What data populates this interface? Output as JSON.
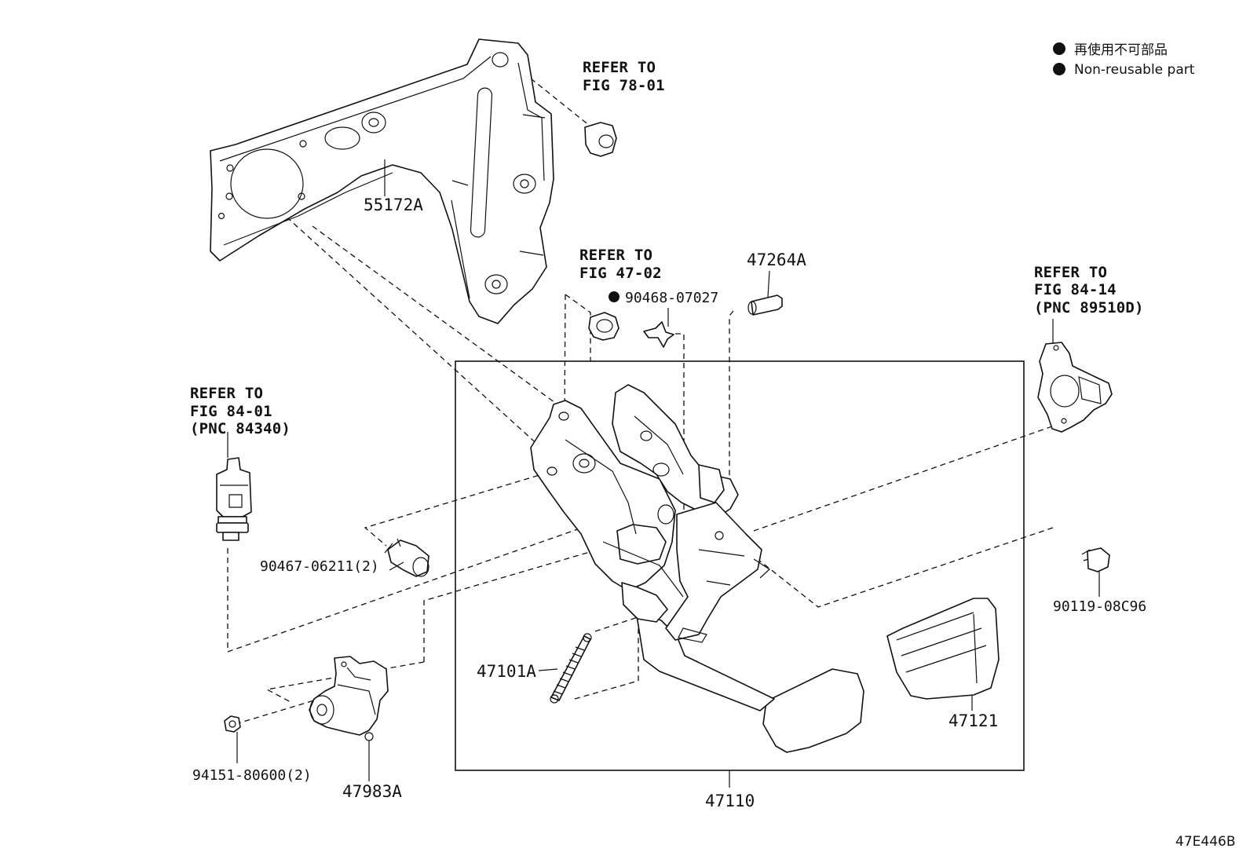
{
  "legend": {
    "jp": "再使用不可部品",
    "en": "Non-reusable part"
  },
  "refs": {
    "fig_78_01": [
      "REFER TO",
      "FIG 78-01"
    ],
    "fig_47_02": [
      "REFER TO",
      "FIG 47-02"
    ],
    "fig_84_14": [
      "REFER TO",
      "FIG 84-14",
      "(PNC 89510D)"
    ],
    "fig_84_01": [
      "REFER TO",
      "FIG 84-01",
      "(PNC 84340)"
    ]
  },
  "parts": {
    "p55172A": "55172A",
    "p47264A": "47264A",
    "p90468": "90468-07027",
    "p90467": "90467-06211(2)",
    "p90119": "90119-08C96",
    "p47101A": "47101A",
    "p47121": "47121",
    "p94151": "94151-80600(2)",
    "p47983A": "47983A",
    "p47110": "47110"
  },
  "diagram_code": "47E446B",
  "colors": {
    "line": "#111111",
    "background": "#ffffff"
  }
}
